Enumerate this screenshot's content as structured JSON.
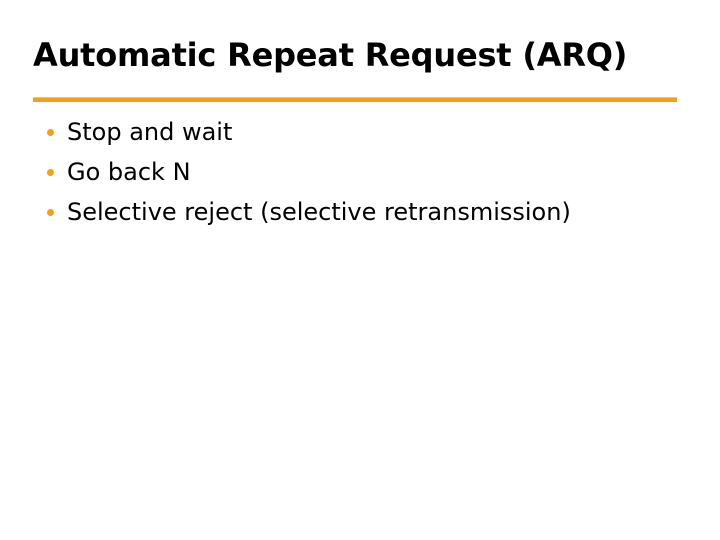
{
  "slide": {
    "title": "Automatic Repeat Request (ARQ)",
    "title_line_1": "Automatic Repeat Request",
    "title_line_2": "(ARQ)",
    "divider": {
      "color": "#efa11e",
      "highlight_color": "#f6c468"
    },
    "bullets": [
      {
        "text": "Stop and wait",
        "marker": "bullet-dot"
      },
      {
        "text": "Go back N",
        "marker": "bullet-dot"
      },
      {
        "text": "Selective reject (selective retransmission)",
        "marker": "bullet-dot"
      }
    ],
    "colors": {
      "background": "#ffffff",
      "text": "#000000",
      "accent": "#efa11e"
    }
  }
}
